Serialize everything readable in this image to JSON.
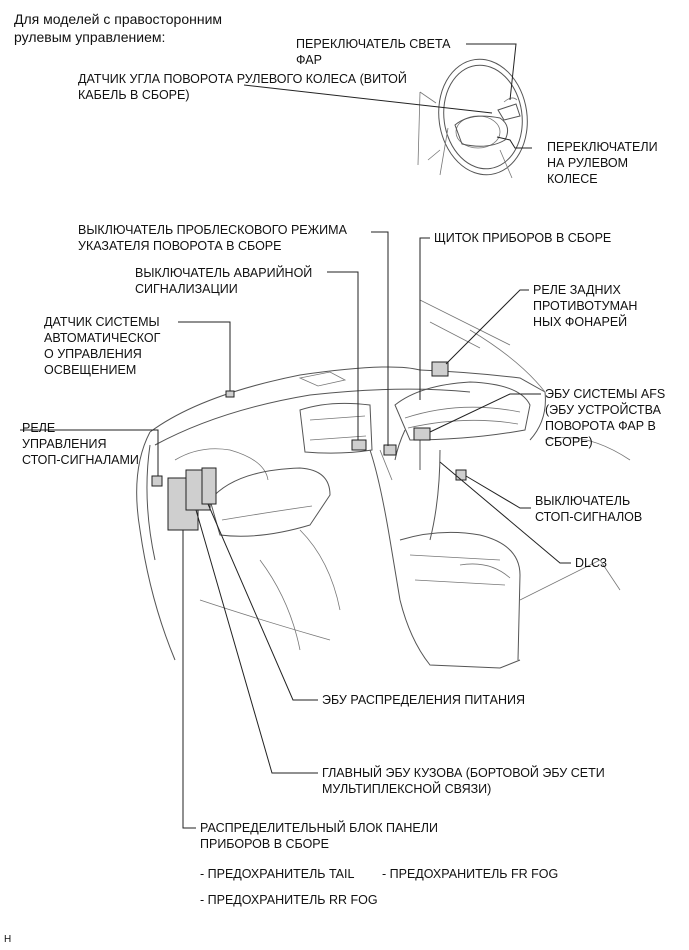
{
  "header": "Для моделей с правосторонним\nрулевым управлением:",
  "labels": {
    "headlight_switch": "ПЕРЕКЛЮЧАТЕЛЬ СВЕТА\nФАР",
    "steering_angle_sensor": "ДАТЧИК УГЛА ПОВОРОТА РУЛЕВОГО КОЛЕСА (ВИТОЙ\nКАБЕЛЬ В СБОРЕ)",
    "steering_pad_switch": "ПЕРЕКЛЮЧАТЕЛИ\nНА РУЛЕВОМ\nКОЛЕСЕ",
    "flasher_switch": "ВЫКЛЮЧАТЕЛЬ ПРОБЛЕСКОВОГО РЕЖИМА\nУКАЗАТЕЛЯ ПОВОРОТА В СБОРЕ",
    "combination_meter": "ЩИТОК ПРИБОРОВ В СБОРЕ",
    "hazard_switch": "ВЫКЛЮЧАТЕЛЬ АВАРИЙНОЙ\nСИГНАЛИЗАЦИИ",
    "rear_fog_relay": "РЕЛЕ ЗАДНИХ\nПРОТИВОТУМАН\nНЫХ ФОНАРЕЙ",
    "auto_light_sensor": "ДАТЧИК СИСТЕМЫ\nАВТОМАТИЧЕСКОГ\nО УПРАВЛЕНИЯ\nОСВЕЩЕНИЕМ",
    "afs_ecu": "ЭБУ СИСТЕМЫ AFS\n(ЭБУ УСТРОЙСТВА\nПОВОРОТА ФАР В\nСБОРЕ)",
    "stop_light_relay": "РЕЛЕ\nУПРАВЛЕНИЯ\nСТОП-СИГНАЛАМИ",
    "stop_light_switch": "ВЫКЛЮЧАТЕЛЬ\nСТОП-СИГНАЛОВ",
    "dlc3": "DLC3",
    "power_distribution_ecu": "ЭБУ РАСПРЕДЕЛЕНИЯ ПИТАНИЯ",
    "main_body_ecu": "ГЛАВНЫЙ ЭБУ КУЗОВА (БОРТОВОЙ ЭБУ СЕТИ\nМУЛЬТИПЛЕКСНОЙ СВЯЗИ)",
    "junction_block": "РАСПРЕДЕЛИТЕЛЬНЫЙ БЛОК ПАНЕЛИ\nПРИБОРОВ В СБОРЕ",
    "fuse_tail": "- ПРЕДОХРАНИТЕЛЬ TAIL",
    "fuse_fr_fog": "- ПРЕДОХРАНИТЕЛЬ FR FOG",
    "fuse_rr_fog": "- ПРЕДОХРАНИТЕЛЬ RR FOG"
  },
  "figure_code": "H"
}
